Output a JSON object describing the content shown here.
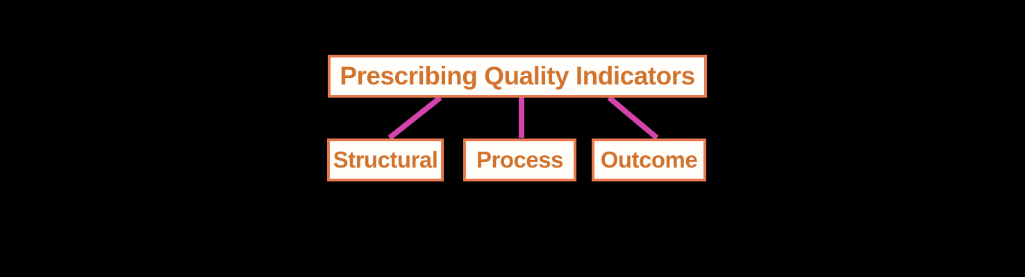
{
  "diagram": {
    "root": {
      "label": "Prescribing Quality Indicators"
    },
    "children": [
      {
        "label": "Structural"
      },
      {
        "label": "Process"
      },
      {
        "label": "Outcome"
      }
    ],
    "edges": [
      {
        "from": "Prescribing Quality Indicators",
        "to": "Structural"
      },
      {
        "from": "Prescribing Quality Indicators",
        "to": "Process"
      },
      {
        "from": "Prescribing Quality Indicators",
        "to": "Outcome"
      }
    ]
  },
  "colors": {
    "background": "#000000",
    "box_border": "#E87850",
    "box_fill": "#FFFEFA",
    "label_text": "#D2732D",
    "connector": "#D444AC"
  }
}
